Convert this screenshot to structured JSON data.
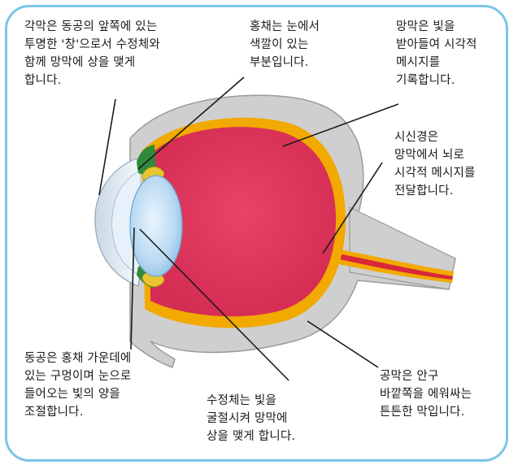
{
  "labels": {
    "cornea": "각막은 동공의 앞쪽에 있는\n투명한 '창'으로서 수정체와\n함께 망막에 상을 맺게\n합니다.",
    "iris": "홍채는 눈에서\n색깔이 있는\n부분입니다.",
    "retina": "망막은 빛을\n받아들여 시각적\n메시지를\n기록합니다.",
    "optic_nerve": "시신경은\n망막에서 뇌로\n시각적 메시지를\n전달합니다.",
    "pupil": "동공은 홍채 가운데에\n있는 구멍이며 눈으로\n들어오는 빛의 양을\n조절합니다.",
    "lens": "수정체는 빛을\n굴절시켜 망막에\n상을 맺게 합니다.",
    "sclera": "공막은 안구\n바깥쪽을 에워싸는\n튼튼한 막입니다."
  },
  "colors": {
    "frame": "#7cc4e8",
    "sclera": "#cfcfcf",
    "choroid": "#f2a900",
    "vitreous": "#e23a5e",
    "lens": "#b9d9f2",
    "cornea": "#e6f1fa",
    "iris": "#2e8b3a",
    "nerve_red": "#d8283c"
  }
}
